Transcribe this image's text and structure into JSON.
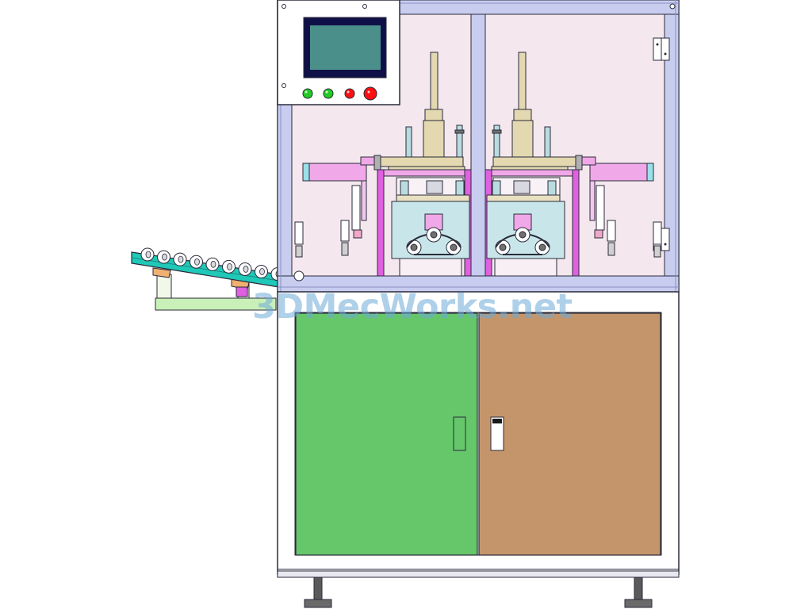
{
  "watermark": "3DMecWorks.net",
  "colors": {
    "frame": "#c8cdf0",
    "frame_stroke": "#2a2a3a",
    "window": "#f4e8ee",
    "hmi_screen": "#4a8f8a",
    "hmi_bezel": "#101048",
    "button_green": "#22cc22",
    "button_red": "#ff1010",
    "cylinder": "#e3d8b0",
    "pink": "#f0a8e8",
    "magenta": "#e060e0",
    "teal": "#c8e6ea",
    "conveyor": "#20c8b8",
    "conveyor_stand": "#c8f0b8",
    "orange": "#f0b070",
    "door_left": "#66c66a",
    "door_right": "#c4956a",
    "cabinet": "#ffffff",
    "foot": "#5a5a5a"
  },
  "control_panel": {
    "buttons": [
      "green",
      "green",
      "red",
      "red"
    ]
  }
}
